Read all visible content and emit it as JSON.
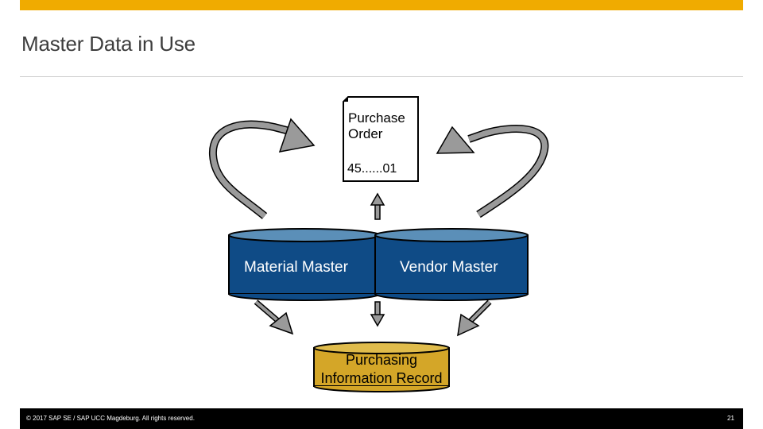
{
  "slide": {
    "title": "Master Data in Use",
    "page_number": "21",
    "copyright": "© 2017 SAP SE / SAP UCC Magdeburg. All rights reserved."
  },
  "colors": {
    "accent_bar": "#f0ab00",
    "footer_bar": "#000000",
    "master_db_fill": "#0f4b86",
    "master_db_top": "#5b8fb8",
    "pir_db_fill": "#d4a628",
    "pir_db_top": "#e0bc4c",
    "arrow_fill": "#9a9a9a"
  },
  "diagram": {
    "purchase_order": {
      "title": "Purchase Order",
      "number": "45......01"
    },
    "material_master": {
      "label": "Material Master"
    },
    "vendor_master": {
      "label": "Vendor Master"
    },
    "purchasing_info_record": {
      "label_line1": "Purchasing",
      "label_line2": "Information Record"
    }
  }
}
